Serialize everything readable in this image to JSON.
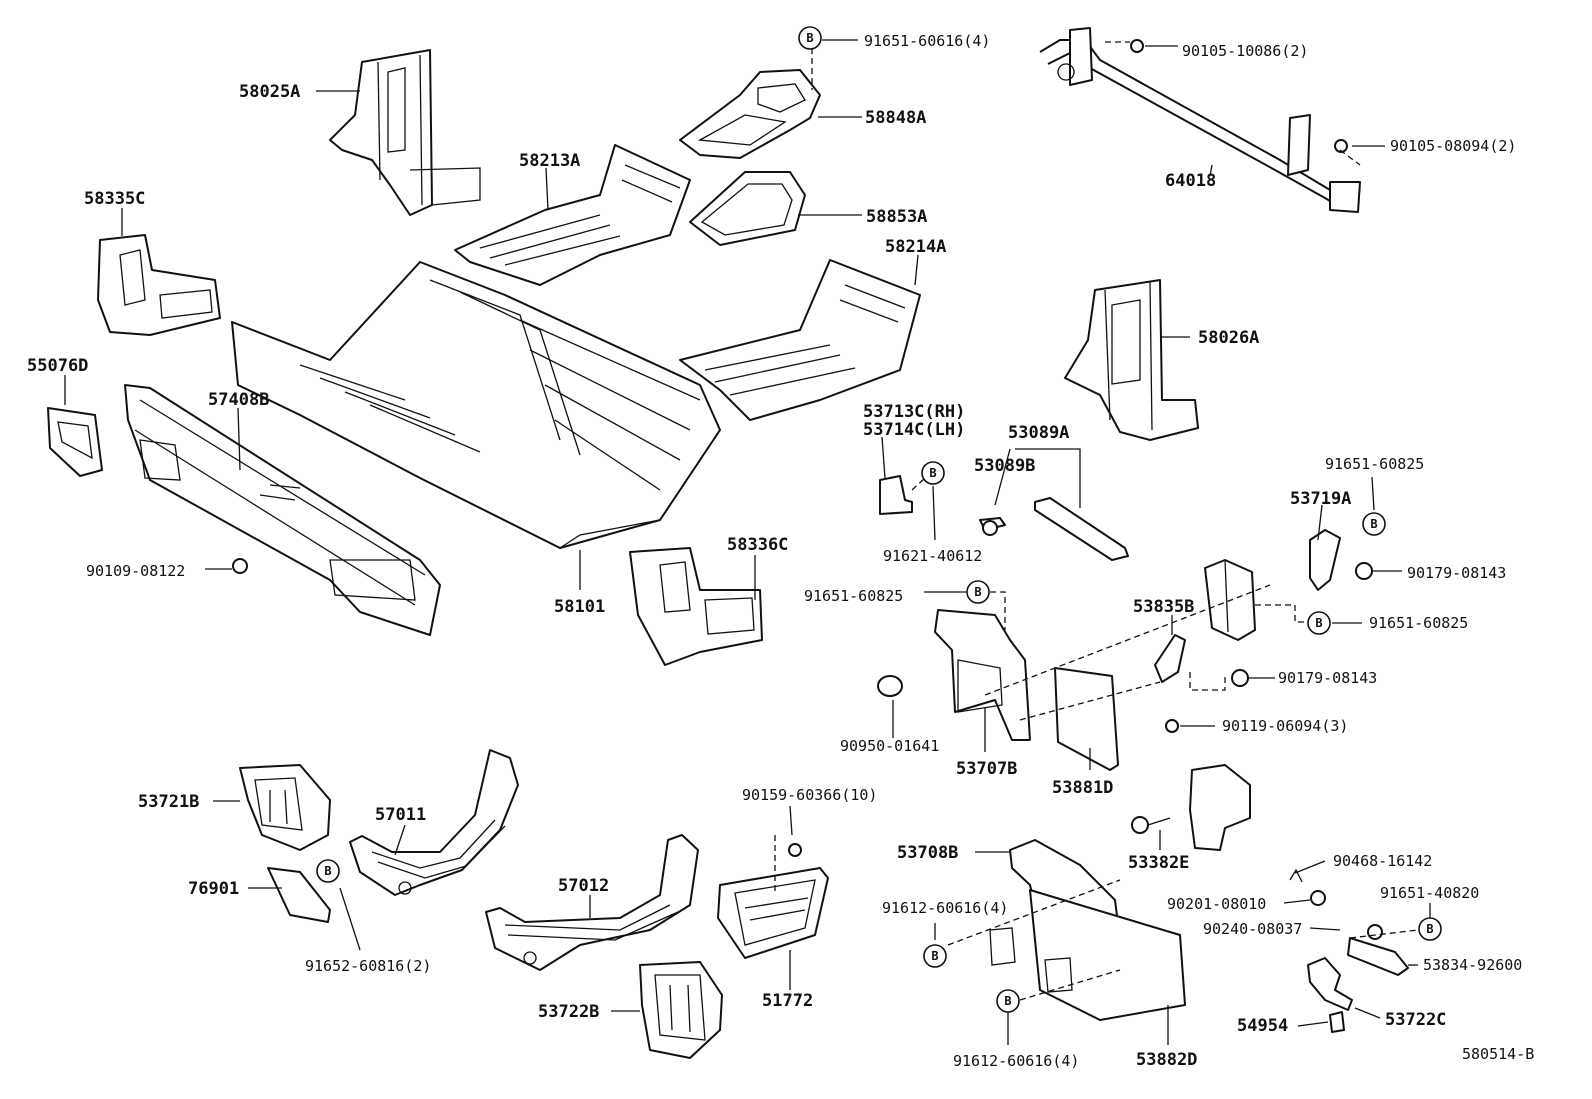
{
  "badge_letter": "B",
  "diagram_code": "580514-B",
  "labels": {
    "p58025A": "58025A",
    "p91651_60616": "91651-60616(4)",
    "p58848A": "58848A",
    "p90105_10086": "90105-10086(2)",
    "p90105_08094": "90105-08094(2)",
    "p64018": "64018",
    "p58335C": "58335C",
    "p58213A": "58213A",
    "p58853A": "58853A",
    "p58214A": "58214A",
    "p58026A": "58026A",
    "p55076D": "55076D",
    "p57408B": "57408B",
    "p53713C": "53713C(RH)",
    "p53714C": "53714C(LH)",
    "p53089A": "53089A",
    "p53089B": "53089B",
    "p91651_60825_a": "91651-60825",
    "p53719A": "53719A",
    "p91621_40612": "91621-40612",
    "p90179_08143_a": "90179-08143",
    "p90109_08122": "90109-08122",
    "p58101": "58101",
    "p58336C": "58336C",
    "p91651_60825_b": "91651-60825",
    "p53835B": "53835B",
    "p91651_60825_c": "91651-60825",
    "p90179_08143_b": "90179-08143",
    "p90119_06094": "90119-06094(3)",
    "p90950_01641": "90950-01641",
    "p53707B": "53707B",
    "p53881D": "53881D",
    "p53721B": "53721B",
    "p57011": "57011",
    "p90159_60366": "90159-60366(10)",
    "p53382E": "53382E",
    "p76901": "76901",
    "p57012": "57012",
    "p53708B": "53708B",
    "p90468_16142": "90468-16142",
    "p90201_08010": "90201-08010",
    "p91651_40820": "91651-40820",
    "p91612_60616_a": "91612-60616(4)",
    "p90240_08037": "90240-08037",
    "p91652_60816": "91652-60816(2)",
    "p51772": "51772",
    "p53834_92600": "53834-92600",
    "p53722B": "53722B",
    "p54954": "54954",
    "p53722C": "53722C",
    "p91612_60616_b": "91612-60616(4)",
    "p53882D": "53882D"
  }
}
